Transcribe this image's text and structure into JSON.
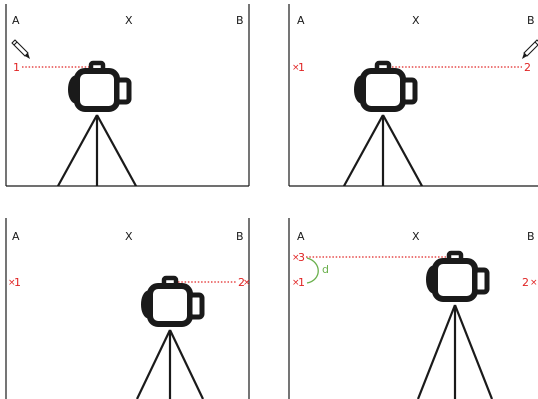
{
  "corner_labels": {
    "left": "A",
    "center": "X",
    "right": "B"
  },
  "panels": [
    {
      "id": "panel-1",
      "marks": [
        {
          "label": "1",
          "side": "left"
        }
      ],
      "pencil_side": "left"
    },
    {
      "id": "panel-2",
      "marks": [
        {
          "label": "1",
          "side": "left"
        },
        {
          "label": "2",
          "side": "right"
        }
      ],
      "pencil_side": "right"
    },
    {
      "id": "panel-3",
      "marks": [
        {
          "label": "1",
          "side": "left"
        },
        {
          "label": "2",
          "side": "right"
        }
      ]
    },
    {
      "id": "panel-4",
      "marks": [
        {
          "label": "3",
          "side": "left"
        },
        {
          "label": "1",
          "side": "left"
        },
        {
          "label": "2",
          "side": "right"
        }
      ],
      "angle_label": "d"
    }
  ],
  "colors": {
    "line": "#1a1a1a",
    "laser": "#e02424",
    "angle": "#6ab04c"
  },
  "icons": [
    "pencil-icon",
    "laser-level-icon",
    "tripod-icon"
  ]
}
